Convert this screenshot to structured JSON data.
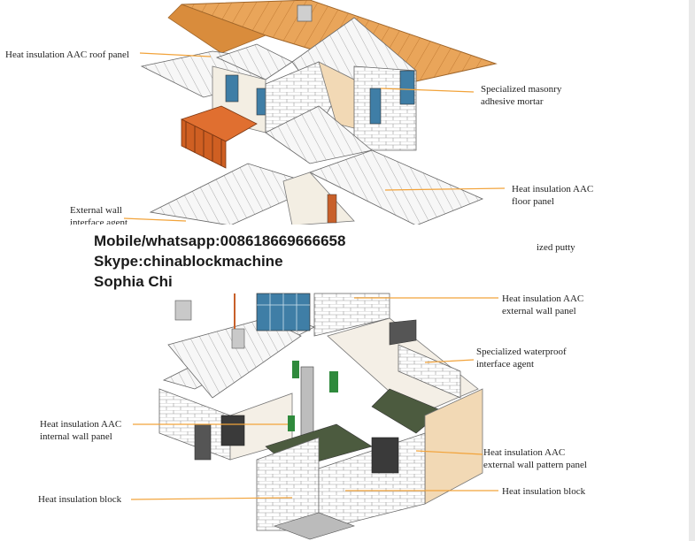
{
  "labels": {
    "roof_panel": "Heat insulation AAC roof panel",
    "masonry_mortar_1": "Specialized masonry",
    "masonry_mortar_2": "adhesive mortar",
    "floor_panel_1": "Heat insulation AAC",
    "floor_panel_2": "floor panel",
    "ext_interface_1": "External wall",
    "ext_interface_2": "interface agent",
    "putty_partial": "ized putty",
    "ext_wall_panel_1": "Heat insulation AAC",
    "ext_wall_panel_2": "external wall panel",
    "waterproof_1": "Specialized waterproof",
    "waterproof_2": "interface agent",
    "int_wall_panel_1": "Heat insulation AAC",
    "int_wall_panel_2": "internal wall panel",
    "pattern_panel_1": "Heat insulation AAC",
    "pattern_panel_2": "external wall pattern panel",
    "block_left": "Heat insulation block",
    "block_right": "Heat insulation block"
  },
  "banner": {
    "line1": "Mobile/whatsapp:008618669666658",
    "line2": "Skype:chinablockmachine",
    "line3": "Sophia Chi"
  },
  "colors": {
    "leader": "#f2a33a",
    "roof": "#e8a04a",
    "wood": "#d9682c",
    "wall": "#f4efe6",
    "block": "#ffffff",
    "glass": "#3f7ea6",
    "green_door": "#2f8a3c"
  }
}
